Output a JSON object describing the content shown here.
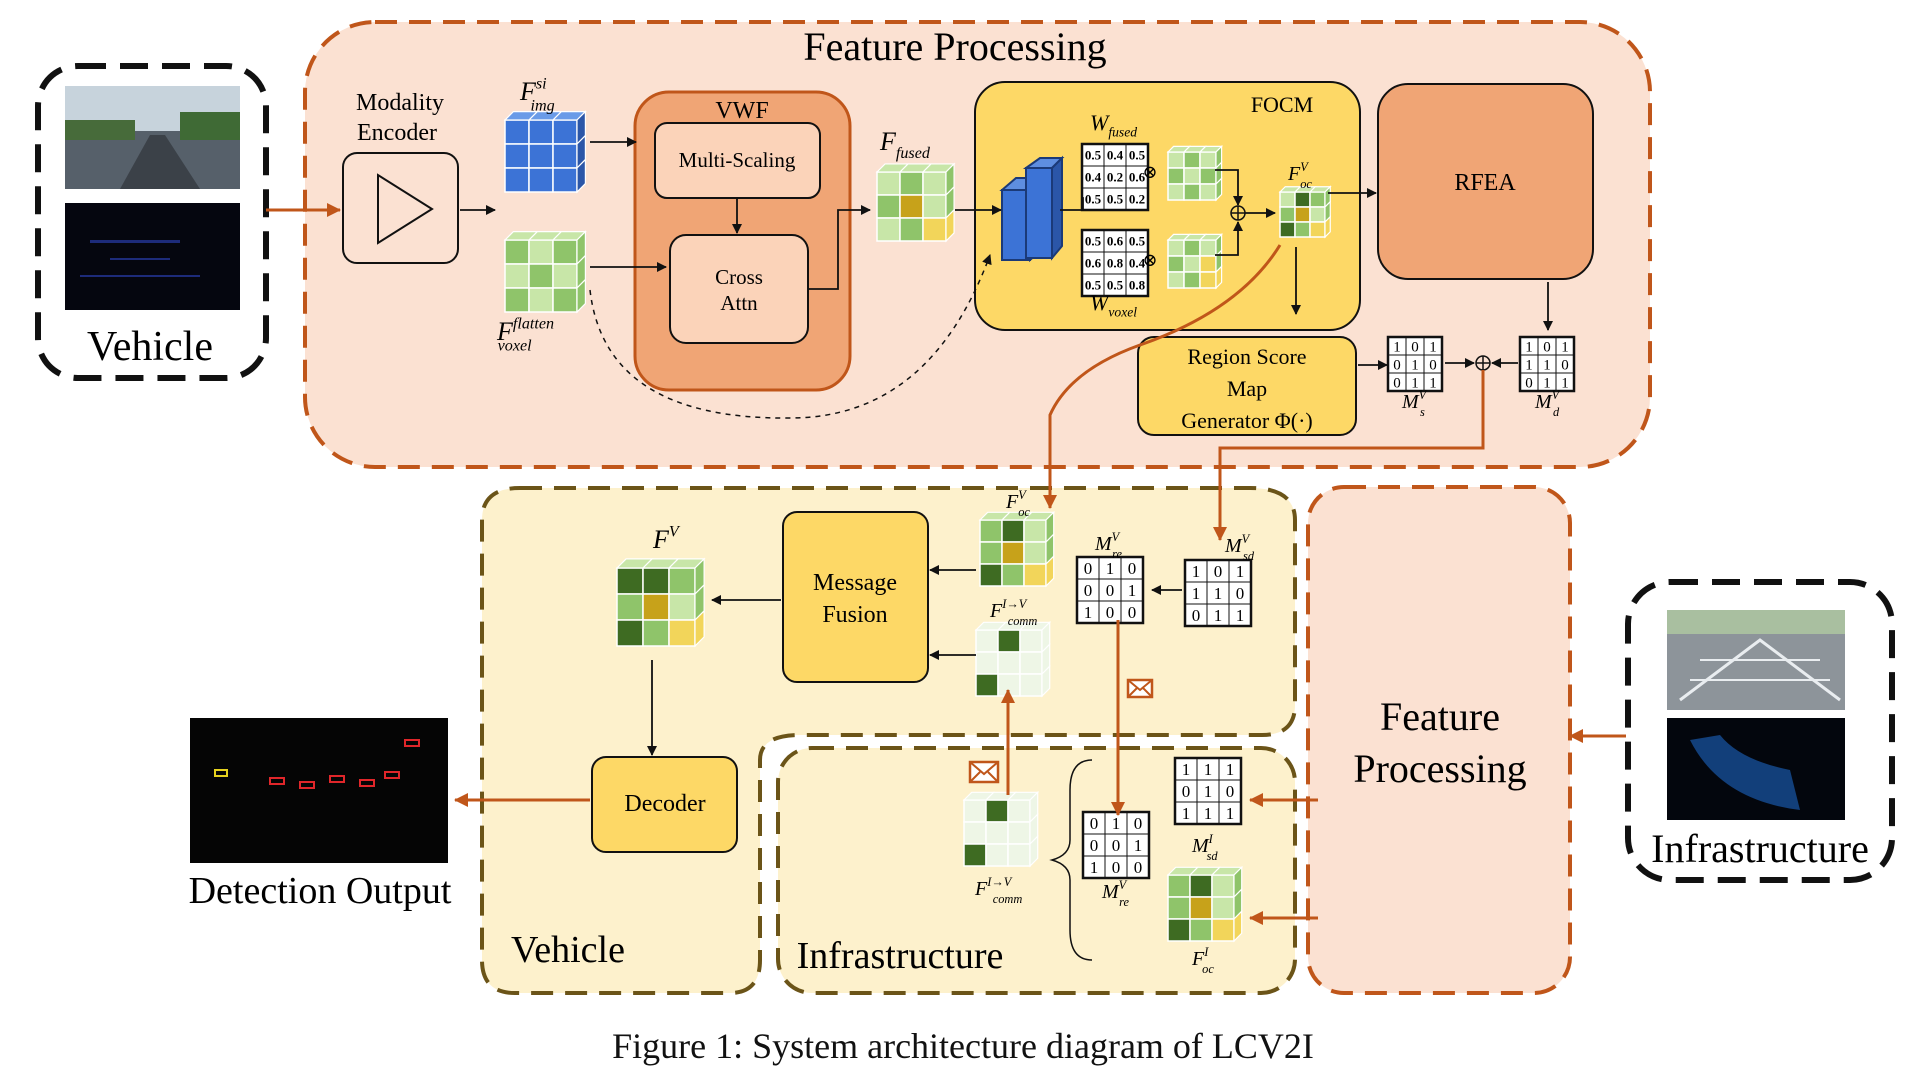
{
  "caption": "Figure 1: System architecture diagram of LCV2I",
  "feature_processing": {
    "title": "Feature Processing",
    "modality_encoder": [
      "Modality",
      "Encoder"
    ],
    "f_img": {
      "base": "F",
      "sup": "si",
      "sub": "img"
    },
    "f_voxel": {
      "base": "F",
      "sup": "flatten",
      "sub": "voxel"
    },
    "vwf": {
      "title": "VWF",
      "multi_scaling": "Multi-Scaling",
      "cross_attn": [
        "Cross",
        "Attn"
      ]
    },
    "f_fused": {
      "base": "F",
      "sub": "fused"
    },
    "focm": {
      "title": "FOCM",
      "w_fused": {
        "base": "W",
        "sub": "fused",
        "matrix": [
          [
            "0.5",
            "0.4",
            "0.5"
          ],
          [
            "0.4",
            "0.2",
            "0.6"
          ],
          [
            "0.5",
            "0.5",
            "0.2"
          ]
        ]
      },
      "w_voxel": {
        "base": "W",
        "sub": "voxel",
        "matrix": [
          [
            "0.5",
            "0.6",
            "0.5"
          ],
          [
            "0.6",
            "0.8",
            "0.4"
          ],
          [
            "0.5",
            "0.5",
            "0.8"
          ]
        ]
      },
      "f_oc": {
        "base": "F",
        "sup": "V",
        "sub": "oc"
      }
    },
    "rfea": "RFEA",
    "region_score": [
      "Region Score",
      "Map",
      "Generator Φ(·)"
    ],
    "m_s": {
      "base": "M",
      "sup": "V",
      "sub": "s",
      "matrix": [
        [
          "1",
          "0",
          "1"
        ],
        [
          "0",
          "1",
          "0"
        ],
        [
          "0",
          "1",
          "1"
        ]
      ]
    },
    "m_d": {
      "base": "M",
      "sup": "V",
      "sub": "d",
      "matrix": [
        [
          "1",
          "0",
          "1"
        ],
        [
          "1",
          "1",
          "0"
        ],
        [
          "0",
          "1",
          "1"
        ]
      ]
    }
  },
  "vehicle_input": {
    "label": "Vehicle"
  },
  "infrastructure_input": {
    "label": "Infrastructure"
  },
  "vehicle_panel": {
    "label": "Vehicle",
    "f_v": {
      "base": "F",
      "sup": "V"
    },
    "message_fusion": [
      "Message",
      "Fusion"
    ],
    "decoder": "Decoder",
    "f_oc": {
      "base": "F",
      "sup": "V",
      "sub": "oc"
    },
    "f_comm": {
      "base": "F",
      "sup": "I→V",
      "sub": "comm"
    },
    "m_re": {
      "base": "M",
      "sup": "V",
      "sub": "re",
      "matrix": [
        [
          "0",
          "1",
          "0"
        ],
        [
          "0",
          "0",
          "1"
        ],
        [
          "1",
          "0",
          "0"
        ]
      ]
    },
    "m_sd": {
      "base": "M",
      "sup": "V",
      "sub": "sd",
      "matrix": [
        [
          "1",
          "0",
          "1"
        ],
        [
          "1",
          "1",
          "0"
        ],
        [
          "0",
          "1",
          "1"
        ]
      ]
    }
  },
  "infrastructure_panel": {
    "label": "Infrastructure",
    "f_comm": {
      "base": "F",
      "sup": "I→V",
      "sub": "comm"
    },
    "m_re": {
      "base": "M",
      "sup": "V",
      "sub": "re",
      "matrix": [
        [
          "0",
          "1",
          "0"
        ],
        [
          "0",
          "0",
          "1"
        ],
        [
          "1",
          "0",
          "0"
        ]
      ]
    },
    "m_sd": {
      "base": "M",
      "sup": "I",
      "sub": "sd",
      "matrix": [
        [
          "1",
          "1",
          "1"
        ],
        [
          "0",
          "1",
          "0"
        ],
        [
          "1",
          "1",
          "1"
        ]
      ]
    },
    "f_oc": {
      "base": "F",
      "sup": "I",
      "sub": "oc"
    }
  },
  "feature_processing_right": [
    "Feature",
    "Processing"
  ],
  "detection_output": "Detection Output",
  "colors": {
    "orange_border": "#c0561a",
    "peach_fill": "#fbe1d2",
    "olive_border": "#6b5418",
    "cream_fill": "#fdf1cc",
    "yellow_fill": "#fdd866",
    "dark_orange_fill": "#f0a575",
    "blue_cube": "#3c73d6",
    "green_light": "#c8e6a8",
    "green_dark": "#3e6b22",
    "accent_yellow": "#c7a21a"
  }
}
